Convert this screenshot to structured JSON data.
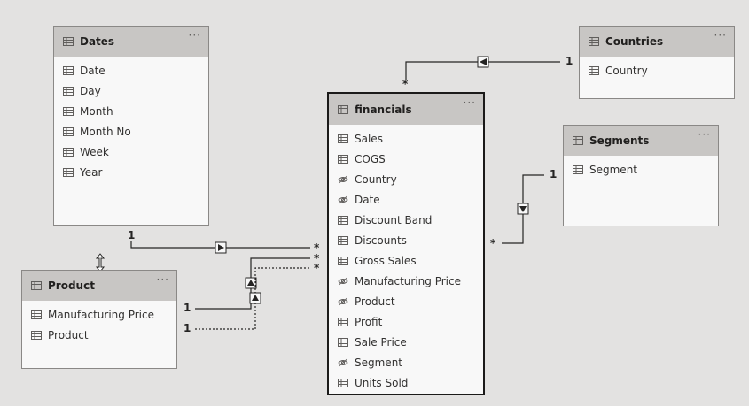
{
  "tables": {
    "dates": {
      "title": "Dates",
      "more": "···",
      "fields": [
        "Date",
        "Day",
        "Month",
        "Month No",
        "Week",
        "Year"
      ]
    },
    "countries": {
      "title": "Countries",
      "more": "···",
      "fields": [
        "Country"
      ]
    },
    "financials": {
      "title": "financials",
      "more": "···",
      "fields": [
        {
          "label": "Sales",
          "icon": "table-icon"
        },
        {
          "label": "COGS",
          "icon": "table-icon"
        },
        {
          "label": "Country",
          "icon": "hidden-eye-icon"
        },
        {
          "label": "Date",
          "icon": "hidden-eye-icon"
        },
        {
          "label": "Discount Band",
          "icon": "table-icon"
        },
        {
          "label": "Discounts",
          "icon": "table-icon"
        },
        {
          "label": "Gross Sales",
          "icon": "table-icon"
        },
        {
          "label": "Manufacturing Price",
          "icon": "hidden-eye-icon"
        },
        {
          "label": "Product",
          "icon": "hidden-eye-icon"
        },
        {
          "label": "Profit",
          "icon": "table-icon"
        },
        {
          "label": "Sale Price",
          "icon": "table-icon"
        },
        {
          "label": "Segment",
          "icon": "hidden-eye-icon"
        },
        {
          "label": "Units Sold",
          "icon": "table-icon"
        }
      ]
    },
    "segments": {
      "title": "Segments",
      "more": "···",
      "fields": [
        "Segment"
      ]
    },
    "product": {
      "title": "Product",
      "more": "···",
      "fields": [
        "Manufacturing Price",
        "Product"
      ]
    }
  },
  "relationships": {
    "countries_one": "1",
    "countries_many": "*",
    "segments_one": "1",
    "segments_many": "*",
    "dates_one": "1",
    "dates_many": "*",
    "product_mfg_one": "1",
    "product_mfg_many": "*",
    "product_prod_one": "1",
    "product_prod_many": "*"
  },
  "colors": {
    "canvas": "#e3e2e1",
    "header": "#c8c6c4",
    "card": "#f8f8f8",
    "line": "#252423"
  }
}
